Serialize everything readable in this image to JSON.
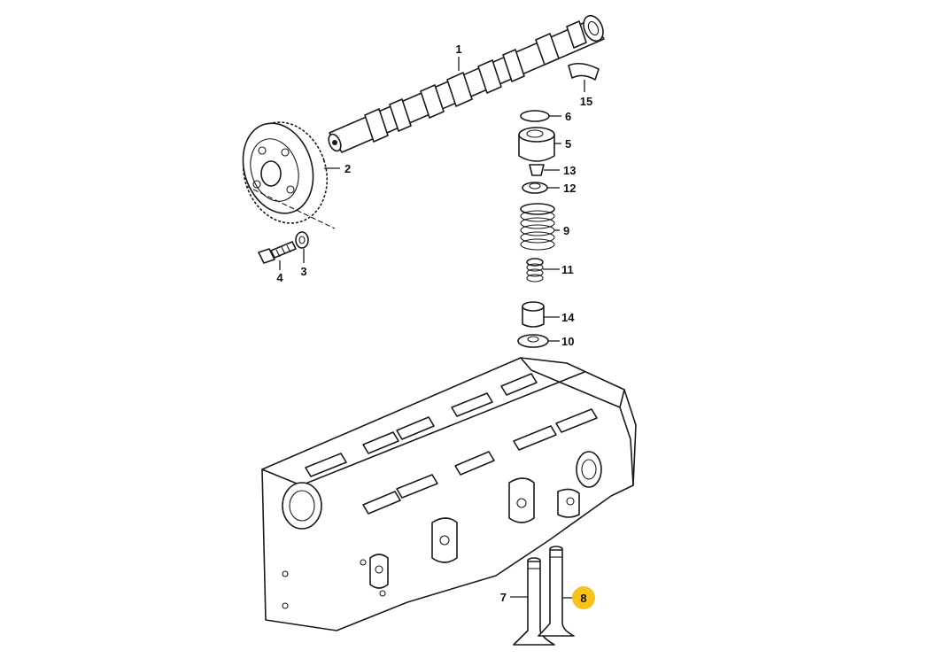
{
  "parts": [
    {
      "id": "1",
      "label": "1"
    },
    {
      "id": "2",
      "label": "2"
    },
    {
      "id": "3",
      "label": "3"
    },
    {
      "id": "4",
      "label": "4"
    },
    {
      "id": "5",
      "label": "5"
    },
    {
      "id": "6",
      "label": "6"
    },
    {
      "id": "7",
      "label": "7"
    },
    {
      "id": "8",
      "label": "8",
      "highlighted": true
    },
    {
      "id": "9",
      "label": "9"
    },
    {
      "id": "10",
      "label": "10"
    },
    {
      "id": "11",
      "label": "11"
    },
    {
      "id": "12",
      "label": "12"
    },
    {
      "id": "13",
      "label": "13"
    },
    {
      "id": "14",
      "label": "14"
    },
    {
      "id": "15",
      "label": "15"
    }
  ],
  "colors": {
    "highlight": "#f6c21b",
    "line": "#1a1a1a",
    "background": "#ffffff"
  }
}
